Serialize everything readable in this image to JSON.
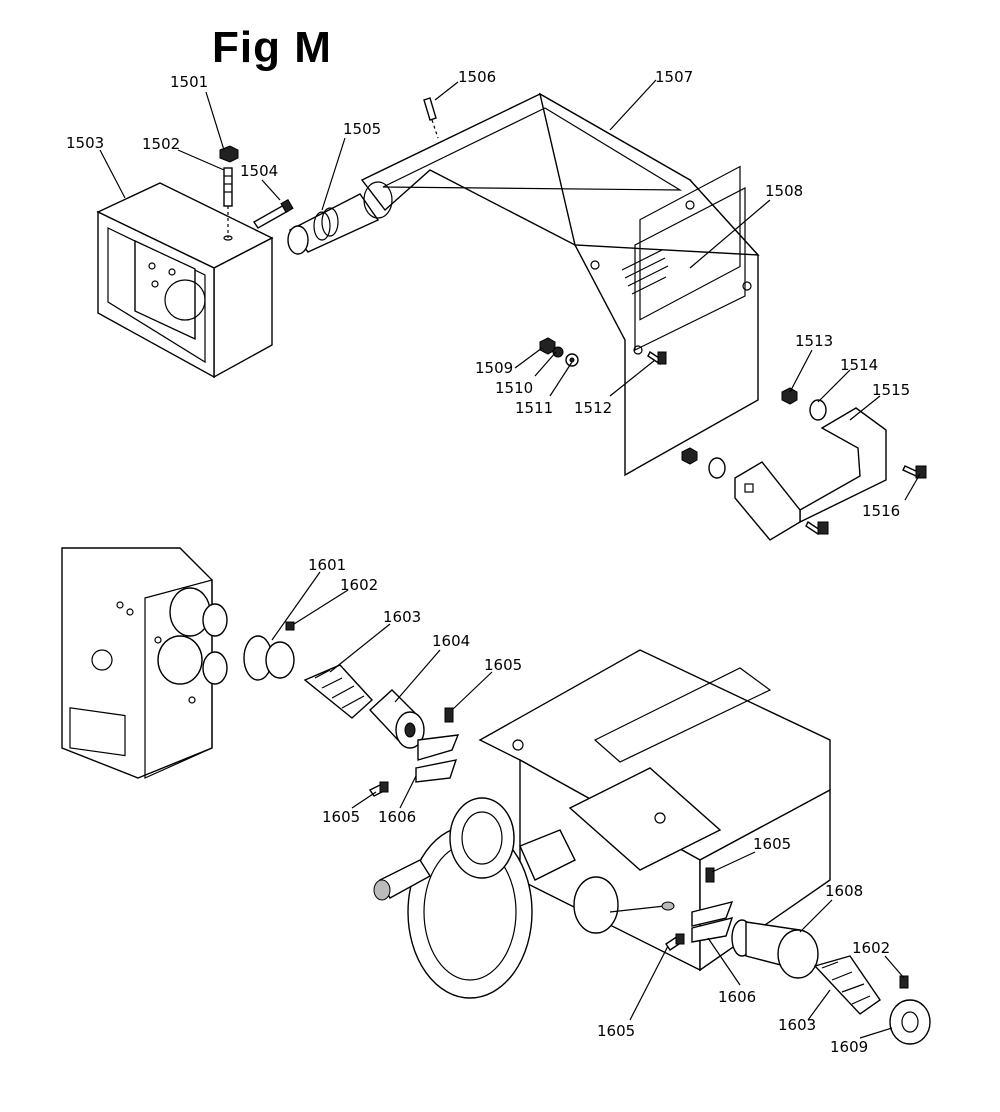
{
  "figure": {
    "title": "Fig M",
    "labels": [
      {
        "id": "l1501",
        "text": "1501"
      },
      {
        "id": "l1502",
        "text": "1502"
      },
      {
        "id": "l1503",
        "text": "1503"
      },
      {
        "id": "l1504",
        "text": "1504"
      },
      {
        "id": "l1505",
        "text": "1505"
      },
      {
        "id": "l1506",
        "text": "1506"
      },
      {
        "id": "l1507",
        "text": "1507"
      },
      {
        "id": "l1508",
        "text": "1508"
      },
      {
        "id": "l1509",
        "text": "1509"
      },
      {
        "id": "l1510",
        "text": "1510"
      },
      {
        "id": "l1511",
        "text": "1511"
      },
      {
        "id": "l1512",
        "text": "1512"
      },
      {
        "id": "l1513",
        "text": "1513"
      },
      {
        "id": "l1514",
        "text": "1514"
      },
      {
        "id": "l1515",
        "text": "1515"
      },
      {
        "id": "l1516",
        "text": "1516"
      },
      {
        "id": "l1601",
        "text": "1601"
      },
      {
        "id": "l1602a",
        "text": "1602"
      },
      {
        "id": "l1603a",
        "text": "1603"
      },
      {
        "id": "l1604",
        "text": "1604"
      },
      {
        "id": "l1605a",
        "text": "1605"
      },
      {
        "id": "l1605b",
        "text": "1605"
      },
      {
        "id": "l1606a",
        "text": "1606"
      },
      {
        "id": "l1605c",
        "text": "1605"
      },
      {
        "id": "l1608",
        "text": "1608"
      },
      {
        "id": "l1602b",
        "text": "1602"
      },
      {
        "id": "l1606b",
        "text": "1606"
      },
      {
        "id": "l1605d",
        "text": "1605"
      },
      {
        "id": "l1603b",
        "text": "1603"
      },
      {
        "id": "l1609",
        "text": "1609"
      }
    ]
  }
}
